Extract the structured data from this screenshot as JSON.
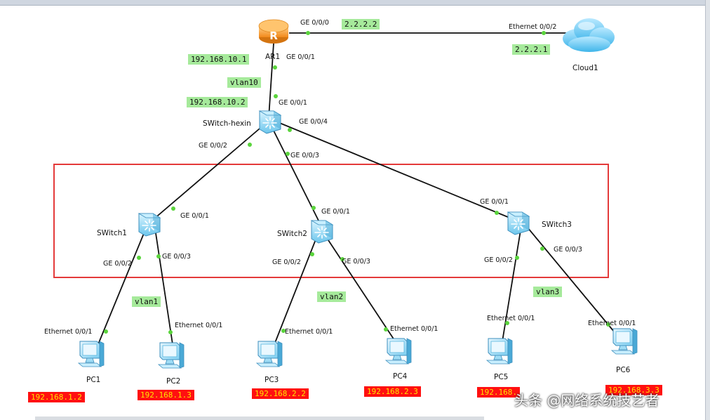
{
  "devices": {
    "router": {
      "name": "AR1"
    },
    "core": {
      "name": "SWitch-hexin"
    },
    "switch1": {
      "name": "SWitch1"
    },
    "switch2": {
      "name": "SWitch2"
    },
    "switch3": {
      "name": "SWitch3"
    },
    "cloud": {
      "name": "Cloud1"
    },
    "pc1": {
      "name": "PC1"
    },
    "pc2": {
      "name": "PC2"
    },
    "pc3": {
      "name": "PC3"
    },
    "pc4": {
      "name": "PC4"
    },
    "pc5": {
      "name": "PC5"
    },
    "pc6": {
      "name": "PC6"
    }
  },
  "ports": {
    "ar1_ge000": "GE 0/0/0",
    "ar1_ge001": "GE 0/0/1",
    "cloud_eth002": "Ethernet 0/0/2",
    "core_ge001": "GE 0/0/1",
    "core_ge004": "GE 0/0/4",
    "core_ge002": "GE 0/0/2",
    "core_ge003": "GE 0/0/3",
    "sw1_ge001": "GE 0/0/1",
    "sw1_ge002": "GE 0/0/2",
    "sw1_ge003": "GE 0/0/3",
    "sw2_ge001": "GE 0/0/1",
    "sw2_ge002": "GE 0/0/2",
    "sw2_ge003": "GE 0/0/3",
    "sw3_ge001": "GE 0/0/1",
    "sw3_ge002": "GE 0/0/2",
    "sw3_ge003": "GE 0/0/3",
    "pc1_eth": "Ethernet 0/0/1",
    "pc2_eth": "Ethernet 0/0/1",
    "pc3_eth": "Ethernet 0/0/1",
    "pc4_eth": "Ethernet 0/0/1",
    "pc5_eth": "Ethernet 0/0/1",
    "pc6_eth": "Ethernet 0/0/1"
  },
  "addresses": {
    "wan_ar1": "2.2.2.2",
    "wan_cloud": "2.2.2.1",
    "ar1_lan": "192.168.10.1",
    "core_lan": "192.168.10.2",
    "pc1": "192.168.1.2",
    "pc2": "192.168.1.3",
    "pc3": "192.168.2.2",
    "pc4": "192.168.2.3",
    "pc5": "192.168.",
    "pc6": "192.168.3.3"
  },
  "vlans": {
    "uplink": "vlan10",
    "vlan1": "vlan1",
    "vlan2": "vlan2",
    "vlan3": "vlan3"
  },
  "watermark": "头条 @网络系统技艺者",
  "colors": {
    "link": "#111111",
    "port_dot": "#5ad43c",
    "green_label": "#a6ea9b",
    "red_label": "#ff1010",
    "red_label_text": "#ffe400",
    "highlight_box": "#e43a3a",
    "switch_fill": "#8fd6f2",
    "router_fill": "#f59a2f",
    "cloud_fill": "#6fc9ef"
  }
}
